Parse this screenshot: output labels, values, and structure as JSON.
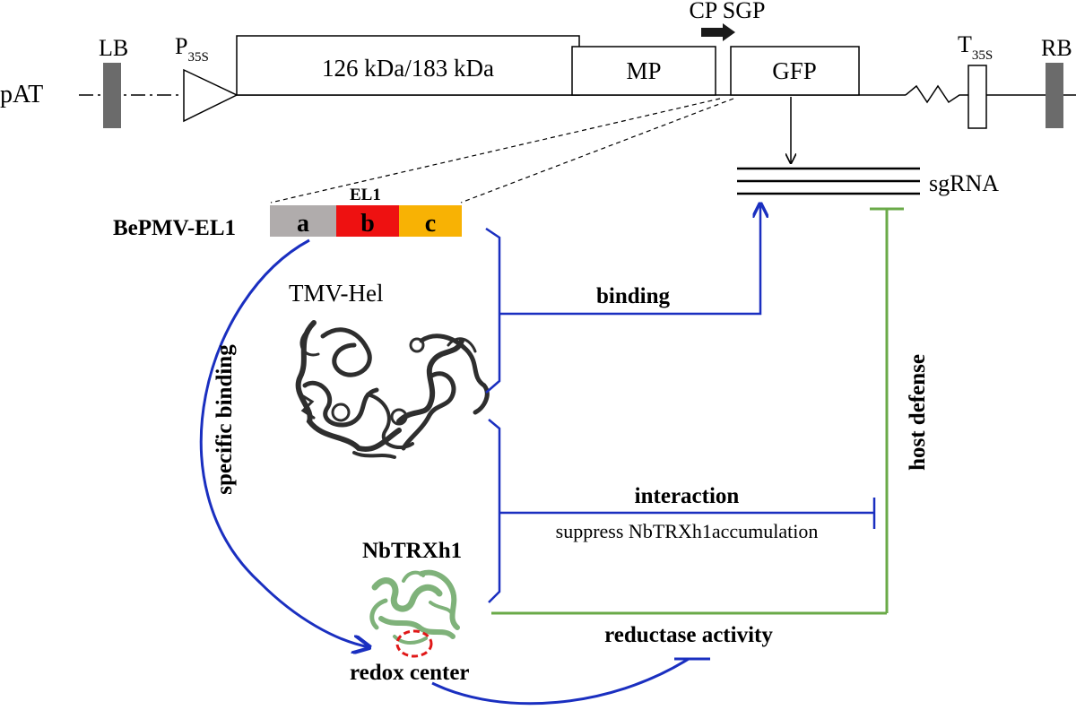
{
  "construct": {
    "vector_label": "pAT",
    "lb_label": "LB",
    "rb_label": "RB",
    "promoter_label": "P",
    "promoter_sub": "35S",
    "terminator_label": "T",
    "terminator_sub": "35S",
    "replicase_label": "126 kDa/183 kDa",
    "mp_label": "MP",
    "gfp_label": "GFP",
    "cp_sgp_label": "CP SGP"
  },
  "sgrna": {
    "label": "sgRNA"
  },
  "bepmv": {
    "label": "BePMV-EL1",
    "el1_label": "EL1",
    "seg_a": "a",
    "seg_b": "b",
    "seg_c": "c",
    "colors": {
      "a": "#b0acac",
      "b": "#ee1111",
      "c": "#f8b204"
    }
  },
  "tmv_hel": {
    "label": "TMV-Hel"
  },
  "nbtrxh1": {
    "label": "NbTRXh1",
    "redox_label": "redox center"
  },
  "edges": {
    "binding": "binding",
    "specific_binding": "specific binding",
    "interaction": "interaction",
    "suppress": "suppress NbTRXh1accumulation",
    "host_defense": "host defense",
    "reductase": "reductase activity"
  },
  "colors": {
    "blue": "#1a2fc0",
    "green": "#6aaa48",
    "dark": "#333333",
    "protein_green": "#7fb27a"
  }
}
